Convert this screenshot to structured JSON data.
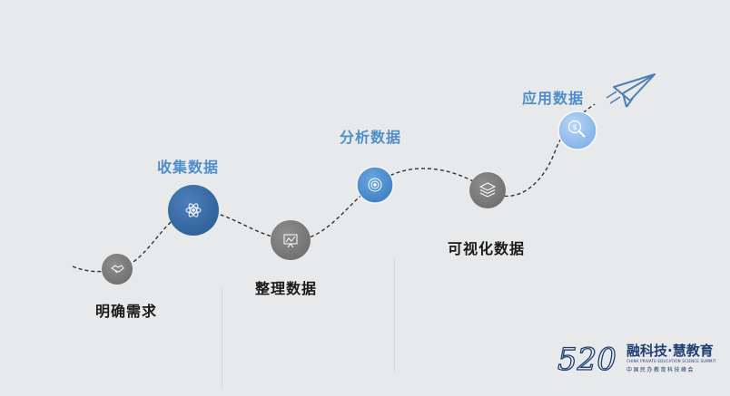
{
  "steps": [
    {
      "label": "明确需求",
      "icon": "handshake-icon"
    },
    {
      "label": "收集数据",
      "icon": "atom-icon"
    },
    {
      "label": "整理数据",
      "icon": "presentation-board-icon"
    },
    {
      "label": "分析数据",
      "icon": "target-icon"
    },
    {
      "label": "可视化数据",
      "icon": "layers-icon"
    },
    {
      "label": "应用数据",
      "icon": "magnifier-dollar-icon"
    }
  ],
  "logo": {
    "number": "520",
    "title": "融科技·慧教育",
    "subtitle_en": "CHINA PRIVATE-EDUCATION SCIENCE SUMMIT",
    "subtitle_cn": "中国民办教育科技峰会"
  },
  "colors": {
    "background": "#e8e9eb",
    "gray_node": "#7f7f7f",
    "dark_blue_node": "#3d6ea8",
    "mid_blue_node": "#4f8ecb",
    "light_blue_node": "#8bb8e8",
    "label_blue": "#4f8ecb",
    "plane": "#4a7fb8"
  }
}
